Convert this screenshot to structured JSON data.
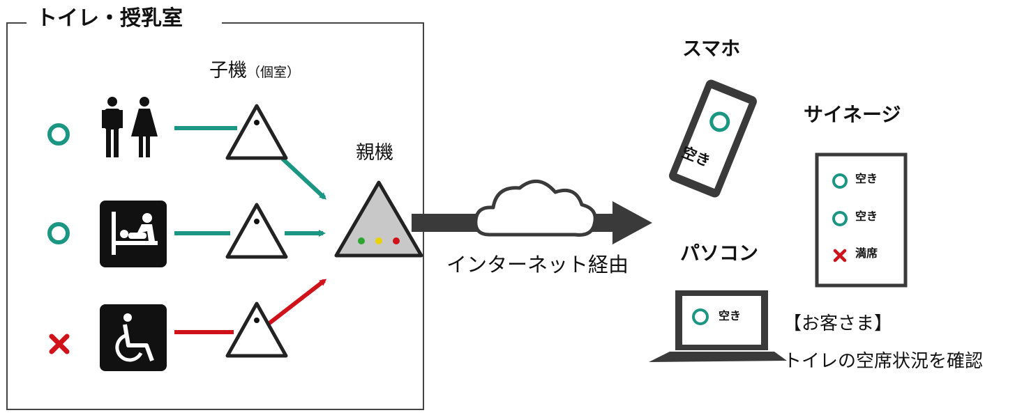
{
  "frame": {
    "title": "トイレ・授乳室"
  },
  "labels": {
    "child_unit": "子機",
    "child_unit_note": "（個室）",
    "parent_unit": "親機",
    "network": "インターネット経由"
  },
  "rooms": [
    {
      "status_icon": "circle-icon",
      "room_icon": "restroom-icon",
      "status": "available"
    },
    {
      "status_icon": "circle-icon",
      "room_icon": "baby-changing-icon",
      "status": "available"
    },
    {
      "status_icon": "cross-icon",
      "room_icon": "wheelchair-icon",
      "status": "occupied"
    }
  ],
  "devices": {
    "smartphone": {
      "title": "スマホ",
      "status_text": "空き"
    },
    "signage": {
      "title": "サイネージ",
      "rows": [
        "空き",
        "空き",
        "満席"
      ]
    },
    "pc": {
      "title": "パソコン",
      "status_text": "空き"
    }
  },
  "customer": {
    "label": "【お客さま】",
    "description": "トイレの空席状況を確認"
  },
  "colors": {
    "available": "#1a9683",
    "occupied": "#d0121b",
    "parent_unit_fill": "#c8c8c8",
    "led": [
      "#2ea52e",
      "#e8d300",
      "#d0121b"
    ]
  }
}
